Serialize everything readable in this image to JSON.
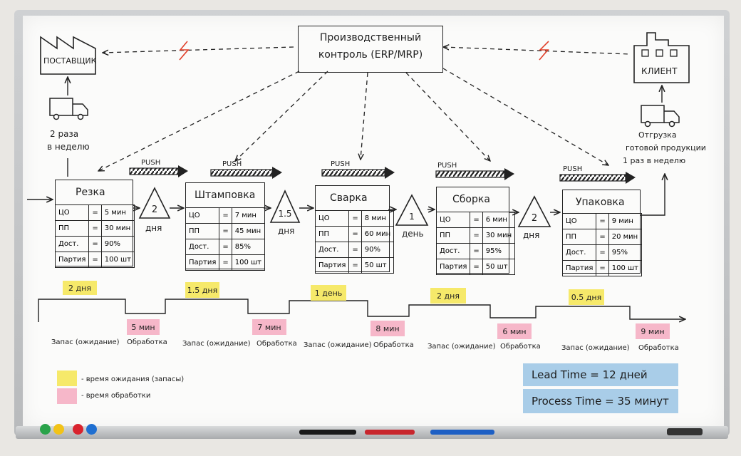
{
  "control": {
    "line1": "Производственный",
    "line2": "контроль (ERP/MRP)"
  },
  "supplier": {
    "label": "ПОСТАВЩИК",
    "delivery": [
      "2 раза",
      "в неделю"
    ]
  },
  "client": {
    "label": "КЛИЕНТ",
    "shipment": [
      "Отгрузка",
      "готовой продукции",
      "1 раз в неделю"
    ]
  },
  "push_label": "PUSH",
  "row_labels": {
    "co": "ЦО",
    "pp": "ПП",
    "dost": "Дост.",
    "party": "Партия",
    "eq": "="
  },
  "processes": [
    {
      "name": "Резка",
      "co": "5 мин",
      "pp": "30 мин",
      "dost": "90%",
      "party": "100 шт"
    },
    {
      "name": "Штамповка",
      "co": "7 мин",
      "pp": "45 мин",
      "dost": "85%",
      "party": "100 шт"
    },
    {
      "name": "Сварка",
      "co": "8 мин",
      "pp": "60 мин",
      "dost": "90%",
      "party": "50 шт"
    },
    {
      "name": "Сборка",
      "co": "6 мин",
      "pp": "30 мин",
      "dost": "95%",
      "party": "50 шт"
    },
    {
      "name": "Упаковка",
      "co": "9 мин",
      "pp": "20 мин",
      "dost": "95%",
      "party": "100 шт"
    }
  ],
  "inventories": [
    {
      "value": "2",
      "unit": "дня"
    },
    {
      "value": "1.5",
      "unit": "дня"
    },
    {
      "value": "1",
      "unit": "день"
    },
    {
      "value": "2",
      "unit": "дня"
    }
  ],
  "timeline": {
    "wait": [
      "2 дня",
      "1.5 дня",
      "1 день",
      "2 дня",
      "0.5 дня"
    ],
    "proc": [
      "5 мин",
      "7 мин",
      "8 мин",
      "6 мин",
      "9 мин"
    ],
    "wait_label": "Запас (ожидание)",
    "proc_label": "Обработка"
  },
  "legend": {
    "wait": "- время ожидания (запасы)",
    "proc": "- время обработки"
  },
  "summary": {
    "lead": "Lead Time = 12 дней",
    "process": "Process Time = 35 минут"
  },
  "colors": {
    "sticky_yellow": "#f6e96a",
    "sticky_pink": "#f6b7c9",
    "sticky_blue": "#a9cde8",
    "lightning": "#e0402a",
    "magnet_green": "#2aa34a",
    "magnet_yellow": "#f2c318",
    "magnet_red": "#d9232e",
    "magnet_blue": "#1f6fd1"
  }
}
